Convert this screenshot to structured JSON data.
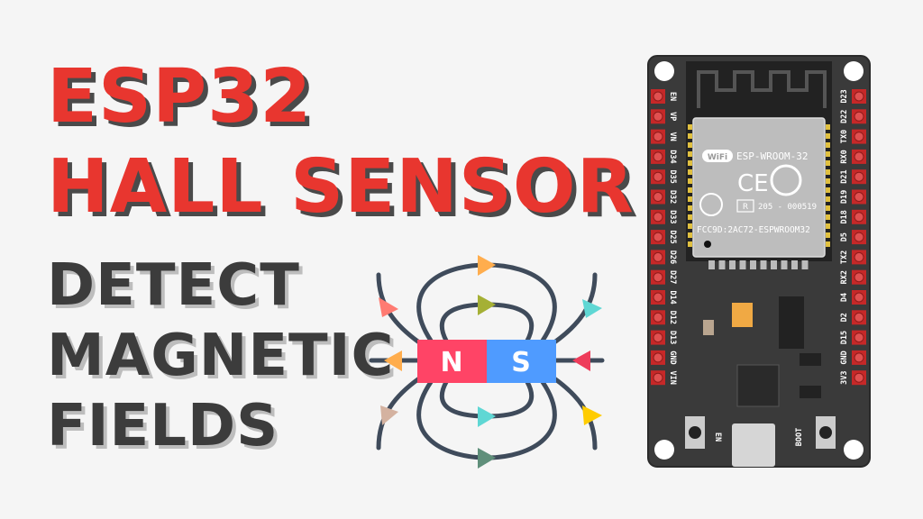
{
  "title": {
    "line1": "ESP32",
    "line2": "HALL SENSOR"
  },
  "subtitle": {
    "line1": "DETECT",
    "line2": "MAGNETIC",
    "line3": "FIELDS"
  },
  "magnet": {
    "north": "N",
    "south": "S",
    "north_color": "#ff4466",
    "south_color": "#4f9bff"
  },
  "board": {
    "module_name": "ESP-WROOM-32",
    "wifi_logo": "WiFi",
    "ce_mark": "CE",
    "cert_id": "205 - 000519",
    "fcc_id": "FCC9D:2AC72-ESPWROOM32",
    "r_mark": "R",
    "left_pins": [
      "EN",
      "VP",
      "VN",
      "D34",
      "D35",
      "D32",
      "D33",
      "D25",
      "D26",
      "D27",
      "D14",
      "D12",
      "D13",
      "GND",
      "VIN"
    ],
    "right_pins": [
      "D23",
      "D22",
      "TX0",
      "RX0",
      "D21",
      "D19",
      "D18",
      "D5",
      "TX2",
      "RX2",
      "D4",
      "D2",
      "D15",
      "GND",
      "3V3"
    ],
    "en_label": "EN",
    "boot_label": "BOOT"
  },
  "colors": {
    "title": "#e8362f",
    "subtitle": "#3c3c3c",
    "board": "#3a3a3a",
    "pin": "#c62828"
  }
}
